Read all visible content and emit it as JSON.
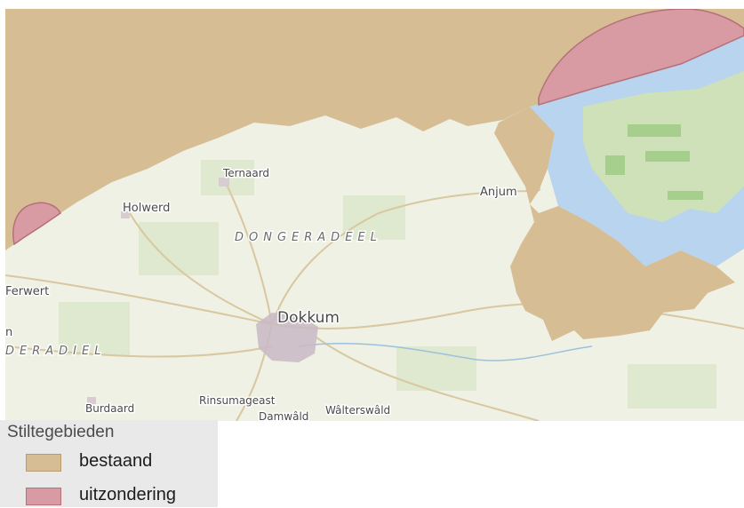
{
  "map": {
    "places": {
      "temaard": "Ternaard",
      "holwerd": "Holwerd",
      "anjum": "Anjum",
      "ferwert": "Ferwert",
      "dokkum": "Dokkum",
      "burdaard": "Burdaard",
      "rinsumageast": "Rinsumageast",
      "damwald": "Damwâld",
      "walterswald": "Wâlterswâld",
      "edge_n": "n"
    },
    "regions": {
      "dongeradeel": "DONGERADEEL",
      "ferwerderadiel": "DERADIEL"
    },
    "colors": {
      "land": "#eef1e3",
      "water": "#b8d4ee",
      "bestaand": "#d6bd94",
      "uitzondering": "#d99ba3"
    }
  },
  "legend": {
    "title": "Stiltegebieden",
    "items": [
      {
        "label": "bestaand",
        "color": "#d6bd94",
        "border": "#b89c70"
      },
      {
        "label": "uitzondering",
        "color": "#d99ba3",
        "border": "#b5707a"
      }
    ]
  }
}
